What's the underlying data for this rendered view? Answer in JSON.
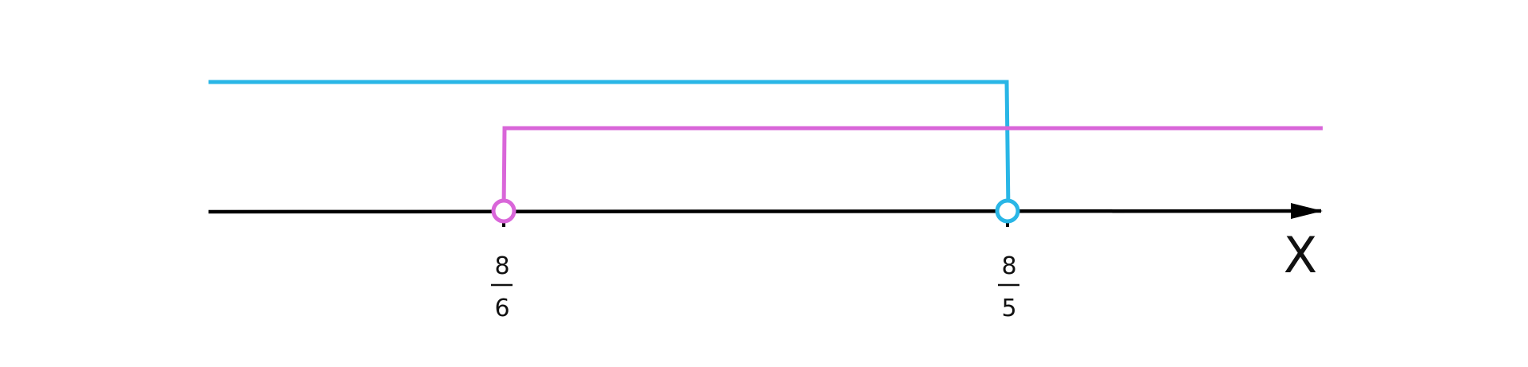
{
  "axis": {
    "label": "X",
    "color": "#000000"
  },
  "points": [
    {
      "id": "p1",
      "numerator": "8",
      "denominator": "6",
      "open": true,
      "color": "#d966d9"
    },
    {
      "id": "p2",
      "numerator": "8",
      "denominator": "5",
      "open": true,
      "color": "#29b6e6"
    }
  ],
  "intervals": [
    {
      "name": "x > 8/6",
      "from_point": "p1",
      "direction": "right",
      "color": "#d966d9"
    },
    {
      "name": "x < 8/5",
      "from_point": "p2",
      "direction": "left",
      "color": "#29b6e6"
    }
  ]
}
